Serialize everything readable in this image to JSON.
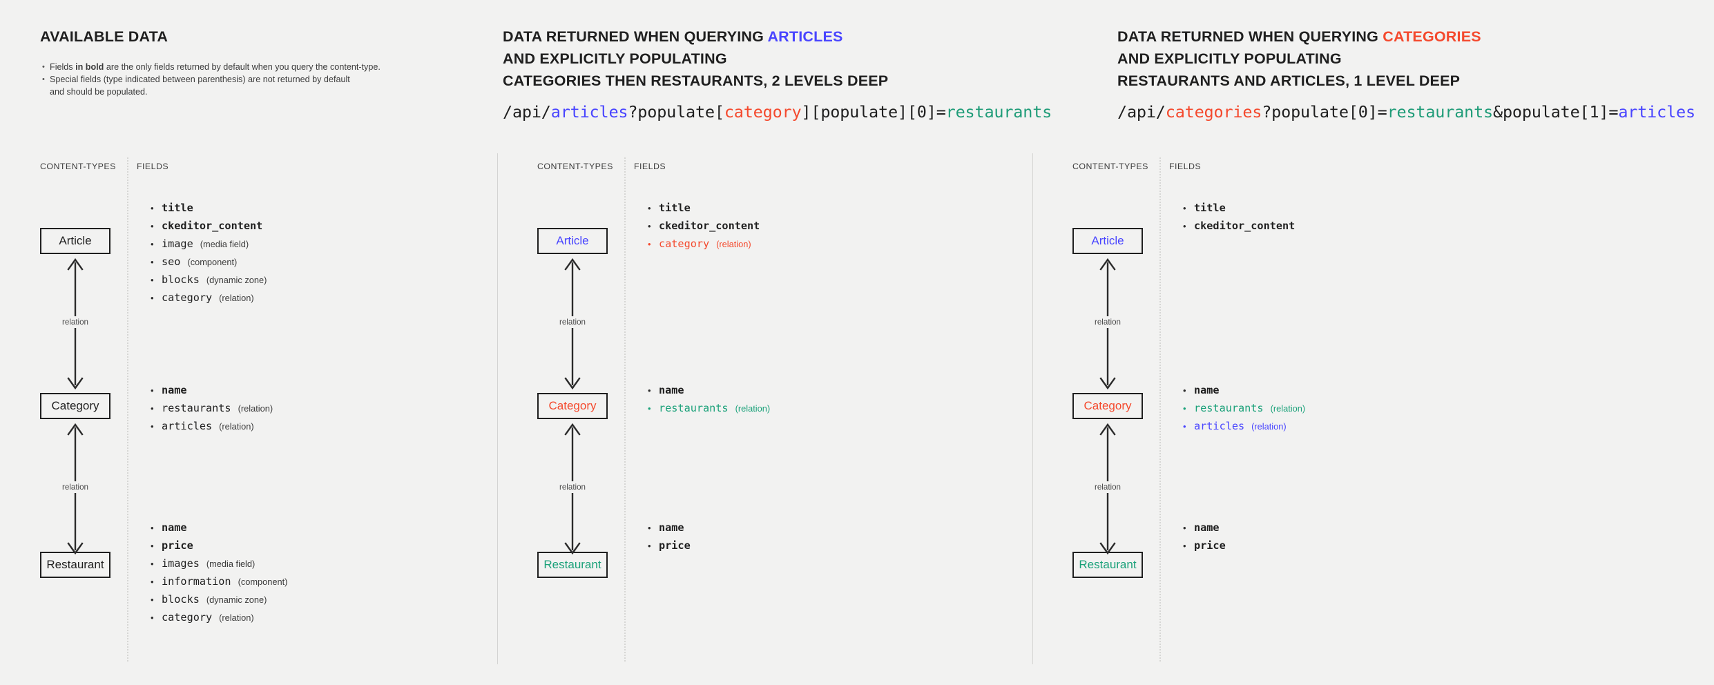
{
  "panels": [
    {
      "id": "available-data",
      "heading_lines": [
        {
          "segments": [
            {
              "text": "AVAILABLE DATA",
              "color": "default"
            }
          ]
        }
      ],
      "notes": [
        {
          "pre": "Fields ",
          "bold": "in bold",
          "post": " are the only fields returned by default when you query the content-type."
        },
        {
          "pre": "Special fields (type indicated between parenthesis) are not returned by default\nand should be populated.",
          "bold": "",
          "post": ""
        }
      ],
      "api_path": null,
      "col_label_types": "CONTENT-TYPES",
      "col_label_fields": "FIELDS",
      "entities": [
        {
          "name": "Article",
          "color": "default"
        },
        {
          "name": "Category",
          "color": "default"
        },
        {
          "name": "Restaurant",
          "color": "default"
        }
      ],
      "relations": [
        {
          "label": "relation"
        },
        {
          "label": "relation"
        }
      ],
      "field_groups": [
        {
          "owner": "Article",
          "fields": [
            {
              "name": "title",
              "type": "",
              "bold": true,
              "color": "default"
            },
            {
              "name": "ckeditor_content",
              "type": "",
              "bold": true,
              "color": "default"
            },
            {
              "name": "image",
              "type": "(media field)",
              "bold": false,
              "color": "default"
            },
            {
              "name": "seo",
              "type": "(component)",
              "bold": false,
              "color": "default"
            },
            {
              "name": "blocks",
              "type": "(dynamic zone)",
              "bold": false,
              "color": "default"
            },
            {
              "name": "category",
              "type": "(relation)",
              "bold": false,
              "color": "default"
            }
          ]
        },
        {
          "owner": "Category",
          "fields": [
            {
              "name": "name",
              "type": "",
              "bold": true,
              "color": "default"
            },
            {
              "name": "restaurants",
              "type": "(relation)",
              "bold": false,
              "color": "default"
            },
            {
              "name": "articles",
              "type": "(relation)",
              "bold": false,
              "color": "default"
            }
          ]
        },
        {
          "owner": "Restaurant",
          "fields": [
            {
              "name": "name",
              "type": "",
              "bold": true,
              "color": "default"
            },
            {
              "name": "price",
              "type": "",
              "bold": true,
              "color": "default"
            },
            {
              "name": "images",
              "type": "(media field)",
              "bold": false,
              "color": "default"
            },
            {
              "name": "information",
              "type": "(component)",
              "bold": false,
              "color": "default"
            },
            {
              "name": "blocks",
              "type": "(dynamic zone)",
              "bold": false,
              "color": "default"
            },
            {
              "name": "category",
              "type": "(relation)",
              "bold": false,
              "color": "default"
            }
          ]
        }
      ]
    },
    {
      "id": "query-articles",
      "heading_lines": [
        {
          "segments": [
            {
              "text": "DATA RETURNED WHEN QUERYING ",
              "color": "default"
            },
            {
              "text": "ARTICLES",
              "color": "blue"
            }
          ]
        },
        {
          "segments": [
            {
              "text": "AND EXPLICITLY POPULATING",
              "color": "default"
            }
          ]
        },
        {
          "segments": [
            {
              "text": "CATEGORIES THEN RESTAURANTS, 2 LEVELS DEEP",
              "color": "default"
            }
          ]
        }
      ],
      "notes": [],
      "api_path": [
        {
          "text": "/api/",
          "color": "default"
        },
        {
          "text": "articles",
          "color": "blue"
        },
        {
          "text": "?populate[",
          "color": "default"
        },
        {
          "text": "category",
          "color": "red"
        },
        {
          "text": "][populate][0]=",
          "color": "default"
        },
        {
          "text": "restaurants",
          "color": "green"
        }
      ],
      "col_label_types": "CONTENT-TYPES",
      "col_label_fields": "FIELDS",
      "entities": [
        {
          "name": "Article",
          "color": "blue"
        },
        {
          "name": "Category",
          "color": "red"
        },
        {
          "name": "Restaurant",
          "color": "green"
        }
      ],
      "relations": [
        {
          "label": "relation"
        },
        {
          "label": "relation"
        }
      ],
      "field_groups": [
        {
          "owner": "Article",
          "fields": [
            {
              "name": "title",
              "type": "",
              "bold": true,
              "color": "default"
            },
            {
              "name": "ckeditor_content",
              "type": "",
              "bold": true,
              "color": "default"
            },
            {
              "name": "category",
              "type": "(relation)",
              "bold": false,
              "color": "red"
            }
          ]
        },
        {
          "owner": "Category",
          "fields": [
            {
              "name": "name",
              "type": "",
              "bold": true,
              "color": "default"
            },
            {
              "name": "restaurants",
              "type": "(relation)",
              "bold": false,
              "color": "green"
            }
          ]
        },
        {
          "owner": "Restaurant",
          "fields": [
            {
              "name": "name",
              "type": "",
              "bold": true,
              "color": "default"
            },
            {
              "name": "price",
              "type": "",
              "bold": true,
              "color": "default"
            }
          ]
        }
      ]
    },
    {
      "id": "query-categories",
      "heading_lines": [
        {
          "segments": [
            {
              "text": "DATA RETURNED WHEN QUERYING ",
              "color": "default"
            },
            {
              "text": "CATEGORIES",
              "color": "red"
            }
          ]
        },
        {
          "segments": [
            {
              "text": "AND EXPLICITLY POPULATING",
              "color": "default"
            }
          ]
        },
        {
          "segments": [
            {
              "text": "RESTAURANTS AND ARTICLES, 1 LEVEL DEEP",
              "color": "default"
            }
          ]
        }
      ],
      "notes": [],
      "api_path": [
        {
          "text": "/api/",
          "color": "default"
        },
        {
          "text": "categories",
          "color": "red"
        },
        {
          "text": "?populate[0]=",
          "color": "default"
        },
        {
          "text": "restaurants",
          "color": "green"
        },
        {
          "text": "&populate[1]=",
          "color": "default"
        },
        {
          "text": "articles",
          "color": "blue"
        }
      ],
      "col_label_types": "CONTENT-TYPES",
      "col_label_fields": "FIELDS",
      "entities": [
        {
          "name": "Article",
          "color": "blue"
        },
        {
          "name": "Category",
          "color": "red"
        },
        {
          "name": "Restaurant",
          "color": "green"
        }
      ],
      "relations": [
        {
          "label": "relation"
        },
        {
          "label": "relation"
        }
      ],
      "field_groups": [
        {
          "owner": "Article",
          "fields": [
            {
              "name": "title",
              "type": "",
              "bold": true,
              "color": "default"
            },
            {
              "name": "ckeditor_content",
              "type": "",
              "bold": true,
              "color": "default"
            }
          ]
        },
        {
          "owner": "Category",
          "fields": [
            {
              "name": "name",
              "type": "",
              "bold": true,
              "color": "default"
            },
            {
              "name": "restaurants",
              "type": "(relation)",
              "bold": false,
              "color": "green"
            },
            {
              "name": "articles",
              "type": "(relation)",
              "bold": false,
              "color": "blue"
            }
          ]
        },
        {
          "owner": "Restaurant",
          "fields": [
            {
              "name": "name",
              "type": "",
              "bold": true,
              "color": "default"
            },
            {
              "name": "price",
              "type": "",
              "bold": true,
              "color": "default"
            }
          ]
        }
      ]
    }
  ],
  "colors": {
    "background": "#f2f2f1",
    "blue": "#4945ff",
    "red": "#f4492d",
    "green": "#1aa179",
    "ink": "#1f1f1f"
  }
}
